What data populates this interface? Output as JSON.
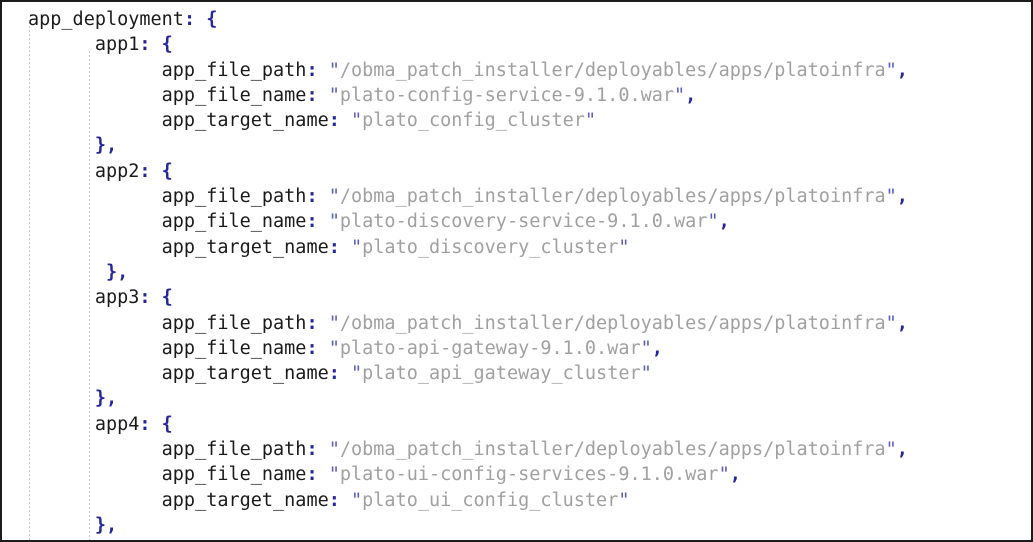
{
  "editor": {
    "language": "json-config",
    "background_color": "#ffffff",
    "border_color": "#1b1b1b",
    "key_color": "#1a1a1a",
    "string_color": "#a0a0a0",
    "punctuation_color": "#26269c",
    "quote_color": "#5b5bbf",
    "indent_guide_color": "#c9c9c9",
    "root_key": "app_deployment",
    "open_brace": "{",
    "close_brace_comma": "},",
    "colon": ":",
    "comma": ",",
    "quote": "\"",
    "lines": [
      {
        "indent": 0,
        "type": "object-open",
        "key": "app_deployment",
        "text": "app_deployment: {"
      },
      {
        "indent": 6,
        "type": "object-open",
        "key": "app1",
        "text": "app1: {"
      },
      {
        "indent": 12,
        "type": "pair",
        "key": "app_file_path",
        "value": "/obma_patch_installer/deployables/apps/platoinfra",
        "trailing": ","
      },
      {
        "indent": 12,
        "type": "pair",
        "key": "app_file_name",
        "value": "plato-config-service-9.1.0.war",
        "trailing": ","
      },
      {
        "indent": 12,
        "type": "pair",
        "key": "app_target_name",
        "value": "plato_config_cluster",
        "trailing": ""
      },
      {
        "indent": 6,
        "type": "object-close",
        "text": "},"
      },
      {
        "indent": 6,
        "type": "object-open",
        "key": "app2",
        "text": "app2: {"
      },
      {
        "indent": 12,
        "type": "pair",
        "key": "app_file_path",
        "value": "/obma_patch_installer/deployables/apps/platoinfra",
        "trailing": ","
      },
      {
        "indent": 12,
        "type": "pair",
        "key": "app_file_name",
        "value": "plato-discovery-service-9.1.0.war",
        "trailing": ","
      },
      {
        "indent": 12,
        "type": "pair",
        "key": "app_target_name",
        "value": "plato_discovery_cluster",
        "trailing": ""
      },
      {
        "indent": 7,
        "type": "object-close",
        "text": "},"
      },
      {
        "indent": 6,
        "type": "object-open",
        "key": "app3",
        "text": "app3: {"
      },
      {
        "indent": 12,
        "type": "pair",
        "key": "app_file_path",
        "value": "/obma_patch_installer/deployables/apps/platoinfra",
        "trailing": ","
      },
      {
        "indent": 12,
        "type": "pair",
        "key": "app_file_name",
        "value": "plato-api-gateway-9.1.0.war",
        "trailing": ","
      },
      {
        "indent": 12,
        "type": "pair",
        "key": "app_target_name",
        "value": "plato_api_gateway_cluster",
        "trailing": ""
      },
      {
        "indent": 6,
        "type": "object-close",
        "text": "},"
      },
      {
        "indent": 6,
        "type": "object-open",
        "key": "app4",
        "text": "app4: {"
      },
      {
        "indent": 12,
        "type": "pair",
        "key": "app_file_path",
        "value": "/obma_patch_installer/deployables/apps/platoinfra",
        "trailing": ","
      },
      {
        "indent": 12,
        "type": "pair",
        "key": "app_file_name",
        "value": "plato-ui-config-services-9.1.0.war",
        "trailing": ","
      },
      {
        "indent": 12,
        "type": "pair",
        "key": "app_target_name",
        "value": "plato_ui_config_cluster",
        "trailing": ""
      },
      {
        "indent": 6,
        "type": "object-close",
        "text": "},"
      }
    ]
  }
}
